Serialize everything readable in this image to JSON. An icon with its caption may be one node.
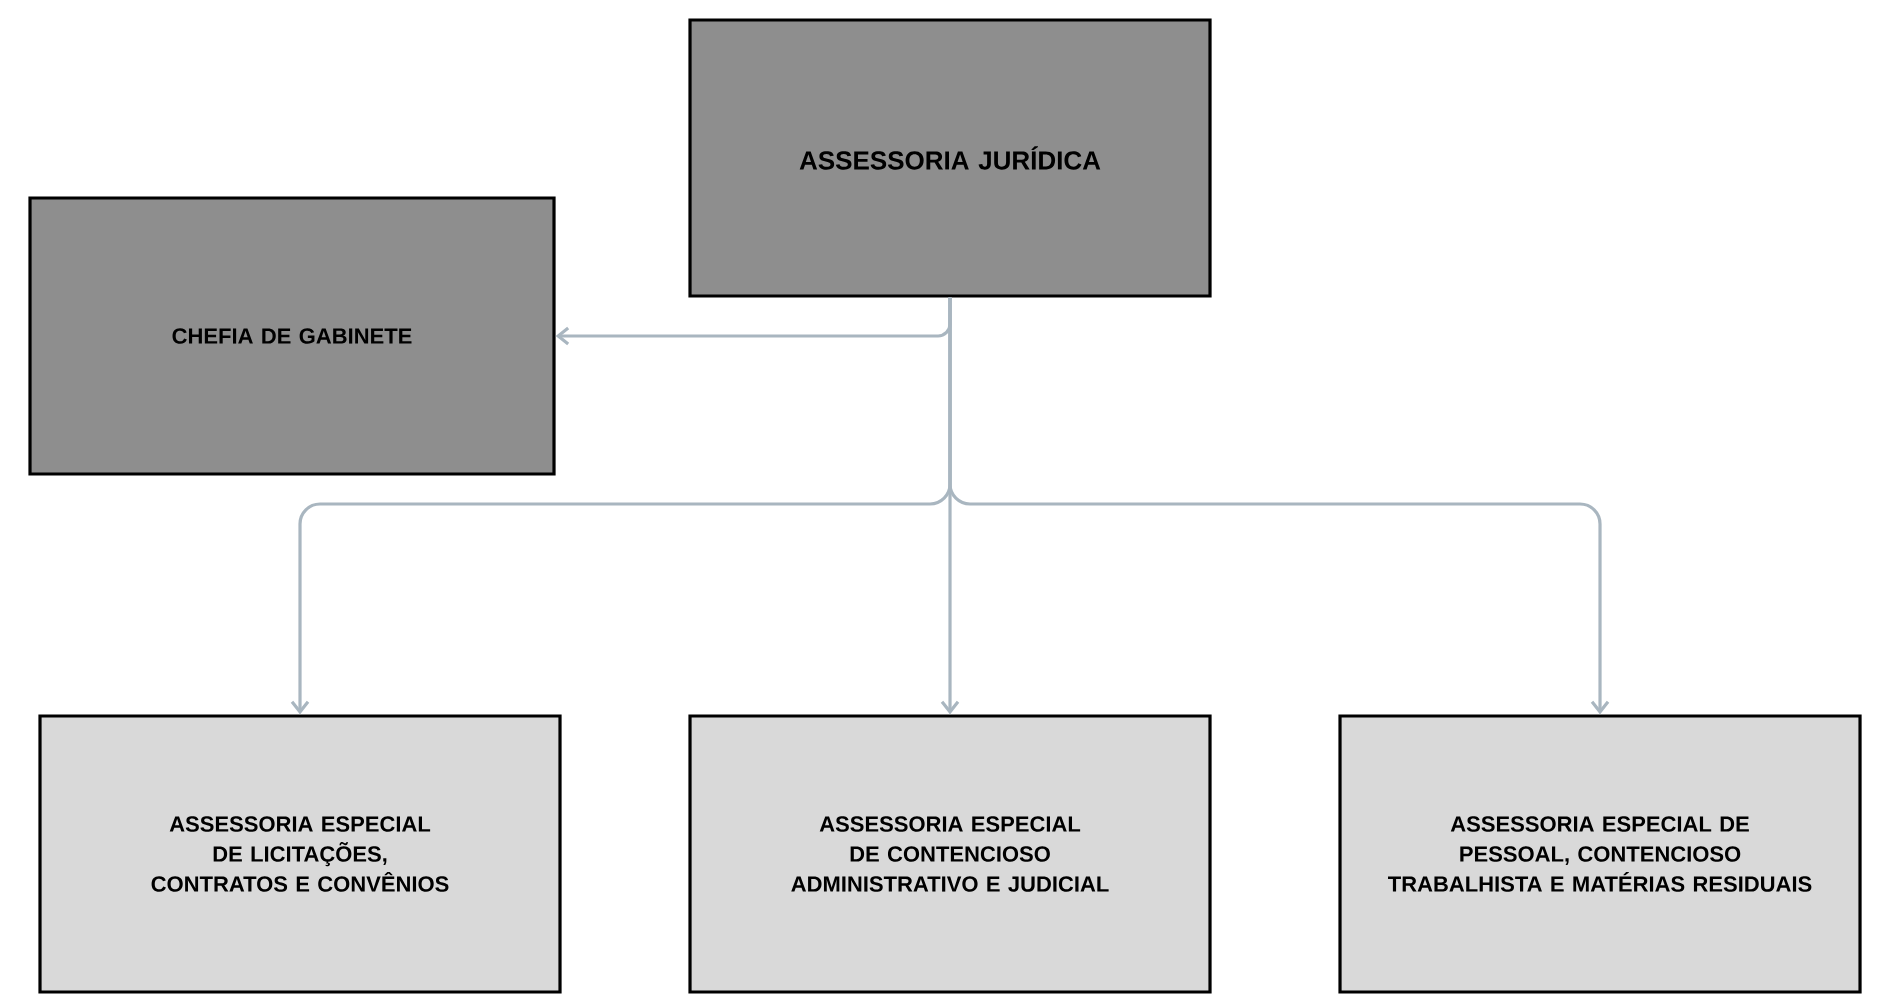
{
  "diagram": {
    "nodes": [
      {
        "text": [
          "ASSESSORIA JURÍDICA"
        ]
      },
      {
        "text": [
          "CHEFIA DE GABINETE"
        ]
      },
      {
        "text": [
          "ASSESSORIA ESPECIAL DE LICITAÇÕES, CONTRATOS E CONVÊNIOS"
        ]
      },
      {
        "text": [
          "ASSESSORIA ESPECIAL DE CONTENCIOSO ADMINISTRATIVO E JUDICIAL"
        ]
      },
      {
        "text": [
          "ASSESSORIA ESPECIAL DE PESSOAL, CONTENCIOSO TRABALHISTA E MATÉRIAS RESIDUAIS"
        ]
      }
    ],
    "edges": [
      {
        "from": 0,
        "to": 1,
        "arrow": "to"
      },
      {
        "from": 0,
        "to": 2,
        "arrow": "to"
      },
      {
        "from": 0,
        "to": 3,
        "arrow": "to"
      },
      {
        "from": 0,
        "to": 4,
        "arrow": "to"
      }
    ]
  }
}
